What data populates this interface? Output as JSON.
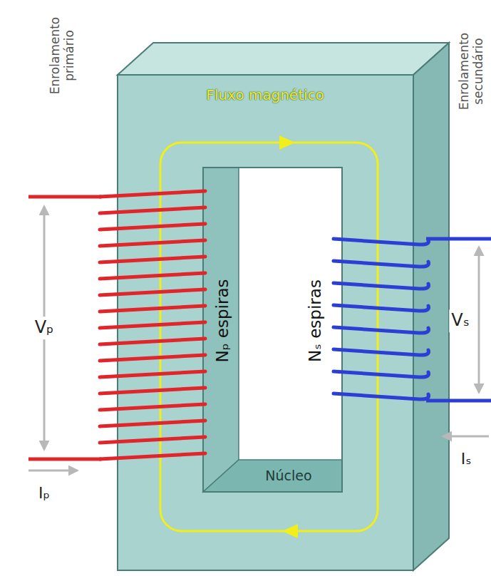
{
  "diagram": {
    "labels": [
      "Enrolamento primário",
      "Fluxo magnético",
      "Enrolamento secundário",
      "Vₚ",
      "Nₚ espiras",
      "Nₛ espiras",
      "Vₛ",
      "Núcleo",
      "Iₚ",
      "Iₛ"
    ]
  }
}
